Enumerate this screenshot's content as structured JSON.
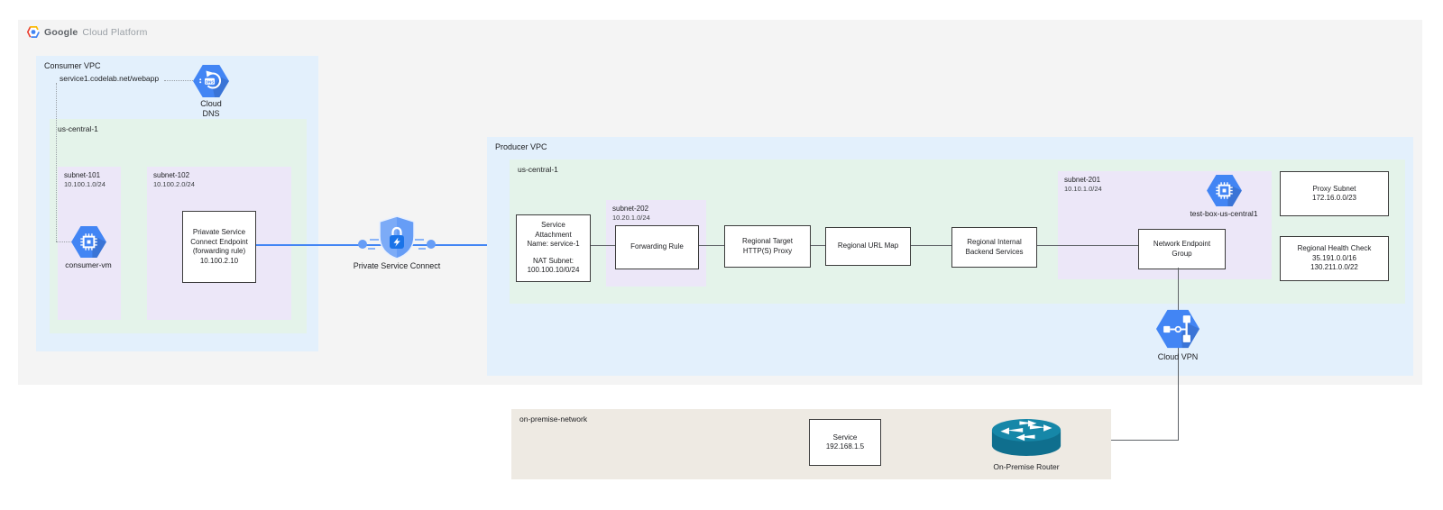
{
  "logo": {
    "part1": "Google",
    "part2": "Cloud Platform"
  },
  "consumer_vpc": {
    "title": "Consumer VPC",
    "dns_record": "service1.codelab.net/webapp",
    "cloud_dns_label_lines": [
      "Cloud",
      "DNS"
    ],
    "region_title": "us-central-1",
    "subnet101": {
      "name": "subnet-101",
      "cidr": "10.100.1.0/24"
    },
    "consumer_vm_label": "consumer-vm",
    "subnet102": {
      "name": "subnet-102",
      "cidr": "10.100.2.0/24"
    },
    "psc_endpoint_lines": [
      "Priavate Service",
      "Connect Endpoint",
      "(forwarding rule)",
      "10.100.2.10"
    ]
  },
  "psc_label": "Private Service Connect",
  "producer_vpc": {
    "title": "Producer VPC",
    "region_title": "us-central-1",
    "service_attachment_lines_top": [
      "Service",
      "Attachment",
      "Name: service-1"
    ],
    "service_attachment_lines_bottom": [
      "NAT Subnet:",
      "100.100.10/0/24"
    ],
    "subnet202": {
      "name": "subnet-202",
      "cidr": "10.20.1.0/24"
    },
    "forwarding_rule_label": "Forwarding Rule",
    "regional_target_proxy_lines": [
      "Regional Target",
      "HTTP(S) Proxy"
    ],
    "regional_url_map_label": "Regional URL Map",
    "regional_backend_lines": [
      "Regional Internal",
      "Backend Services"
    ],
    "subnet201": {
      "name": "subnet-201",
      "cidr": "10.10.1.0/24"
    },
    "test_box_label": "test-box-us-central1",
    "neg_lines": [
      "Network Endpoint",
      "Group"
    ],
    "proxy_subnet_lines": [
      "Proxy Subnet",
      "172.16.0.0/23"
    ],
    "health_check_lines": [
      "Regional Health Check",
      "35.191.0.0/16",
      "130.211.0.0/22"
    ],
    "cloud_vpn_label": "Cloud VPN"
  },
  "on_premise": {
    "title": "on-premise-network",
    "service_lines": [
      "Service",
      "192.168.1.5"
    ],
    "router_label": "On-Premise Router"
  },
  "dns_icon_text": "DNS",
  "colors": {
    "container_fill": "#f4f4f4",
    "vpc_fill": "#e3f0fc",
    "region_fill": "#e4f3ea",
    "subnet_fill": "#ece7f8",
    "onprem_fill": "#eeeae3",
    "accent_blue": "#4285f4",
    "psc_shield_blue": "#669df6",
    "lock_blue": "#1a73e8",
    "connector_gray": "#5f6368",
    "router_teal": "#0f6f8e",
    "logo_red": "#ea4335",
    "logo_yellow": "#fbbc05",
    "logo_blue": "#4285f4"
  }
}
